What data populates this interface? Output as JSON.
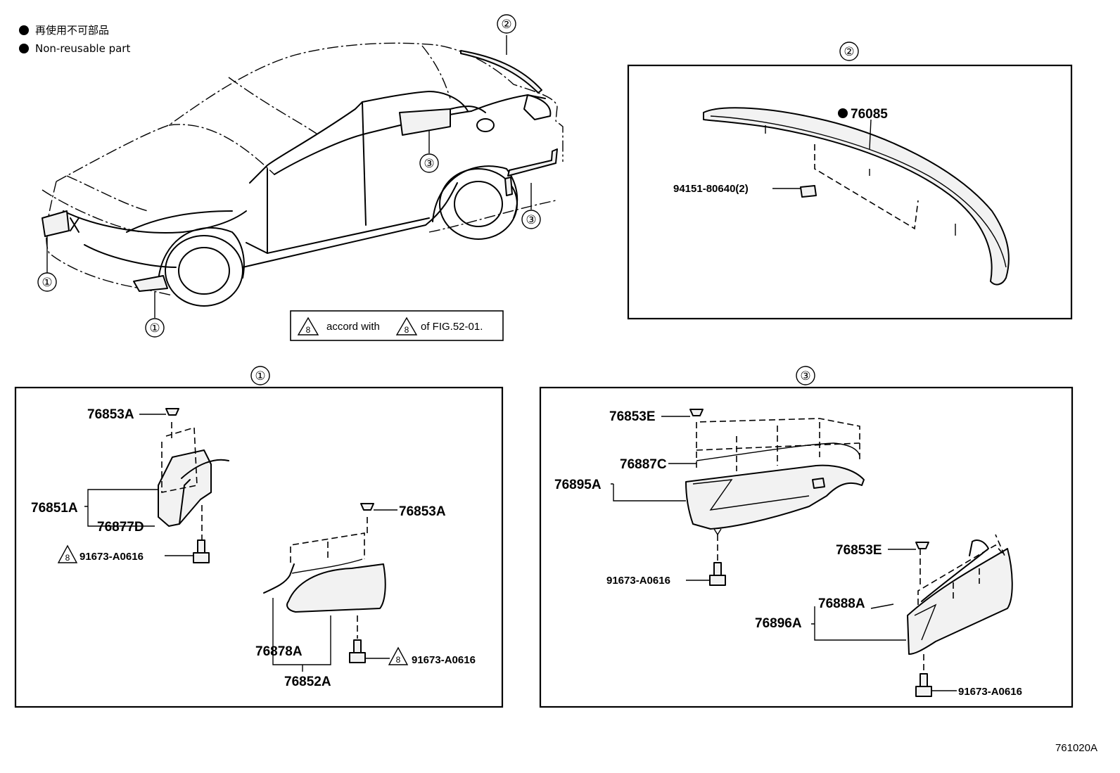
{
  "legend": {
    "jp": "再使用不可部品",
    "en": "Non-reusable part"
  },
  "note": {
    "triangle_num": "8",
    "text_1": "accord with",
    "text_2": "of FIG.52-01."
  },
  "callouts": {
    "c1": "①",
    "c2": "②",
    "c3": "③"
  },
  "panel_2": {
    "title": "②",
    "labels": {
      "spoiler": "76085",
      "nut": "94151-80640(2)"
    }
  },
  "panel_1": {
    "title": "①",
    "labels": {
      "clip_a_top": "76853A",
      "cover_lh": "76851A",
      "seal_lh": "76877D",
      "bolt_lh": "91673-A0616",
      "clip_a_right": "76853A",
      "seal_rh": "76878A",
      "cover_rh": "76852A",
      "bolt_rh": "91673-A0616"
    }
  },
  "panel_3": {
    "title": "③",
    "labels": {
      "clip_e_top": "76853E",
      "seal_c": "76887C",
      "cover_upper": "76895A",
      "bolt_upper": "91673-A0616",
      "clip_e_lower": "76853E",
      "seal_a": "76888A",
      "cover_lower": "76896A",
      "bolt_lower": "91673-A0616"
    }
  },
  "figure_code": "761020A",
  "icons": [
    "filled-dot-icon",
    "warning-triangle-icon",
    "clip-icon",
    "bolt-icon",
    "nut-icon"
  ]
}
